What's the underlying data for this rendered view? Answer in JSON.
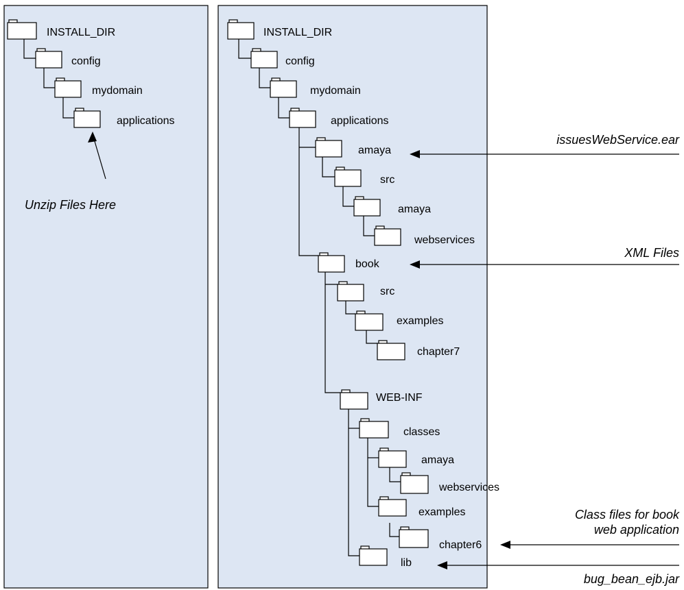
{
  "left_panel": {
    "folders": [
      "INSTALL_DIR",
      "config",
      "mydomain",
      "applications"
    ],
    "note": "Unzip Files Here"
  },
  "right_panel": {
    "folders": [
      "INSTALL_DIR",
      "config",
      "mydomain",
      "applications",
      "amaya",
      "src",
      "amaya",
      "webservices",
      "book",
      "src",
      "examples",
      "chapter7",
      "WEB-INF",
      "classes",
      "amaya",
      "webservices",
      "examples",
      "chapter6",
      "lib"
    ]
  },
  "annotations": {
    "ear_file": "issuesWebService.ear",
    "xml_files": "XML Files",
    "class_files_line1": "Class files for book",
    "class_files_line2": "web application",
    "jar_file": "bug_bean_ejb.jar"
  }
}
